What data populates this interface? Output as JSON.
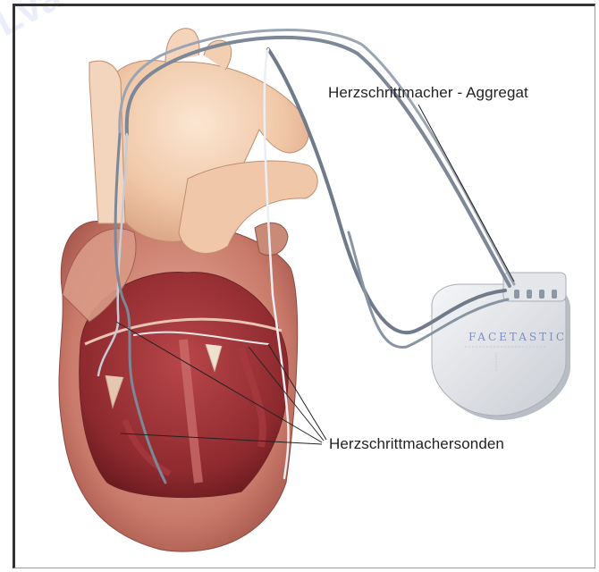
{
  "labels": {
    "generator": "Herzschrittmacher - Aggregat",
    "leads": "Herzschrittmachersonden"
  },
  "device": {
    "brand": "FACETASTIC"
  },
  "colors": {
    "frame": "#333333",
    "heart_outer": "#c97a6a",
    "heart_inner": "#8e2a2f",
    "aorta": "#f2cdb0",
    "device": "#e9ebef",
    "lead_wire": "#8c97a6"
  }
}
